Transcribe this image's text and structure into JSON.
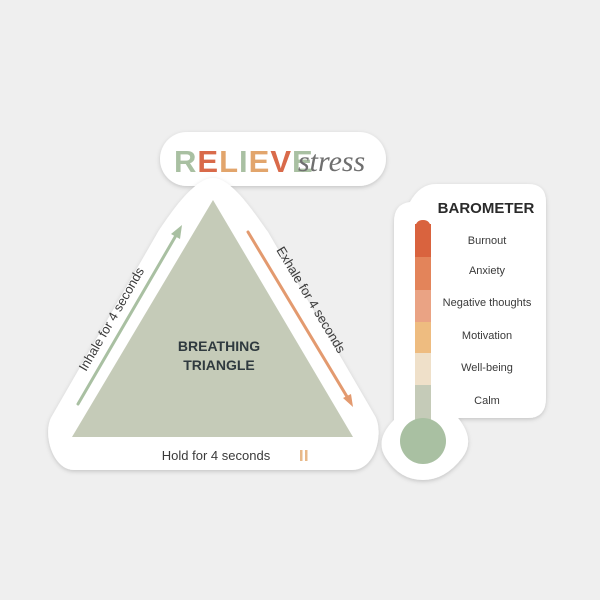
{
  "logo": {
    "word1_letters": [
      "R",
      "E",
      "L",
      "I",
      "E",
      "V",
      "E"
    ],
    "word1_colors": [
      "#a9c0a2",
      "#d96a4a",
      "#e2a56c",
      "#a9c0a2",
      "#e2a56c",
      "#d96a4a",
      "#a9c0a2"
    ],
    "word2": "stress",
    "word2_color": "#6f6f6f"
  },
  "triangle": {
    "title_line1": "BREATHING",
    "title_line2": "TRIANGLE",
    "inhale": "Inhale for 4 seconds",
    "exhale": "Exhale for 4 seconds",
    "hold": "Hold for 4 seconds",
    "fill_color": "#c5cbb8",
    "inhale_arrow_color": "#a9c0a2",
    "exhale_arrow_color": "#e39a6f",
    "pause_color": "#e8b98a"
  },
  "barometer": {
    "title": "BAROMETER",
    "levels": [
      {
        "label": "Burnout",
        "color": "#d9633e"
      },
      {
        "label": "Anxiety",
        "color": "#e3845a"
      },
      {
        "label": "Negative thoughts",
        "color": "#eaa384"
      },
      {
        "label": "Motivation",
        "color": "#eebc80"
      },
      {
        "label": "Well-being",
        "color": "#efe0c9"
      },
      {
        "label": "Calm",
        "color": "#c5cbb8"
      }
    ],
    "bulb_color": "#a9c0a2"
  }
}
